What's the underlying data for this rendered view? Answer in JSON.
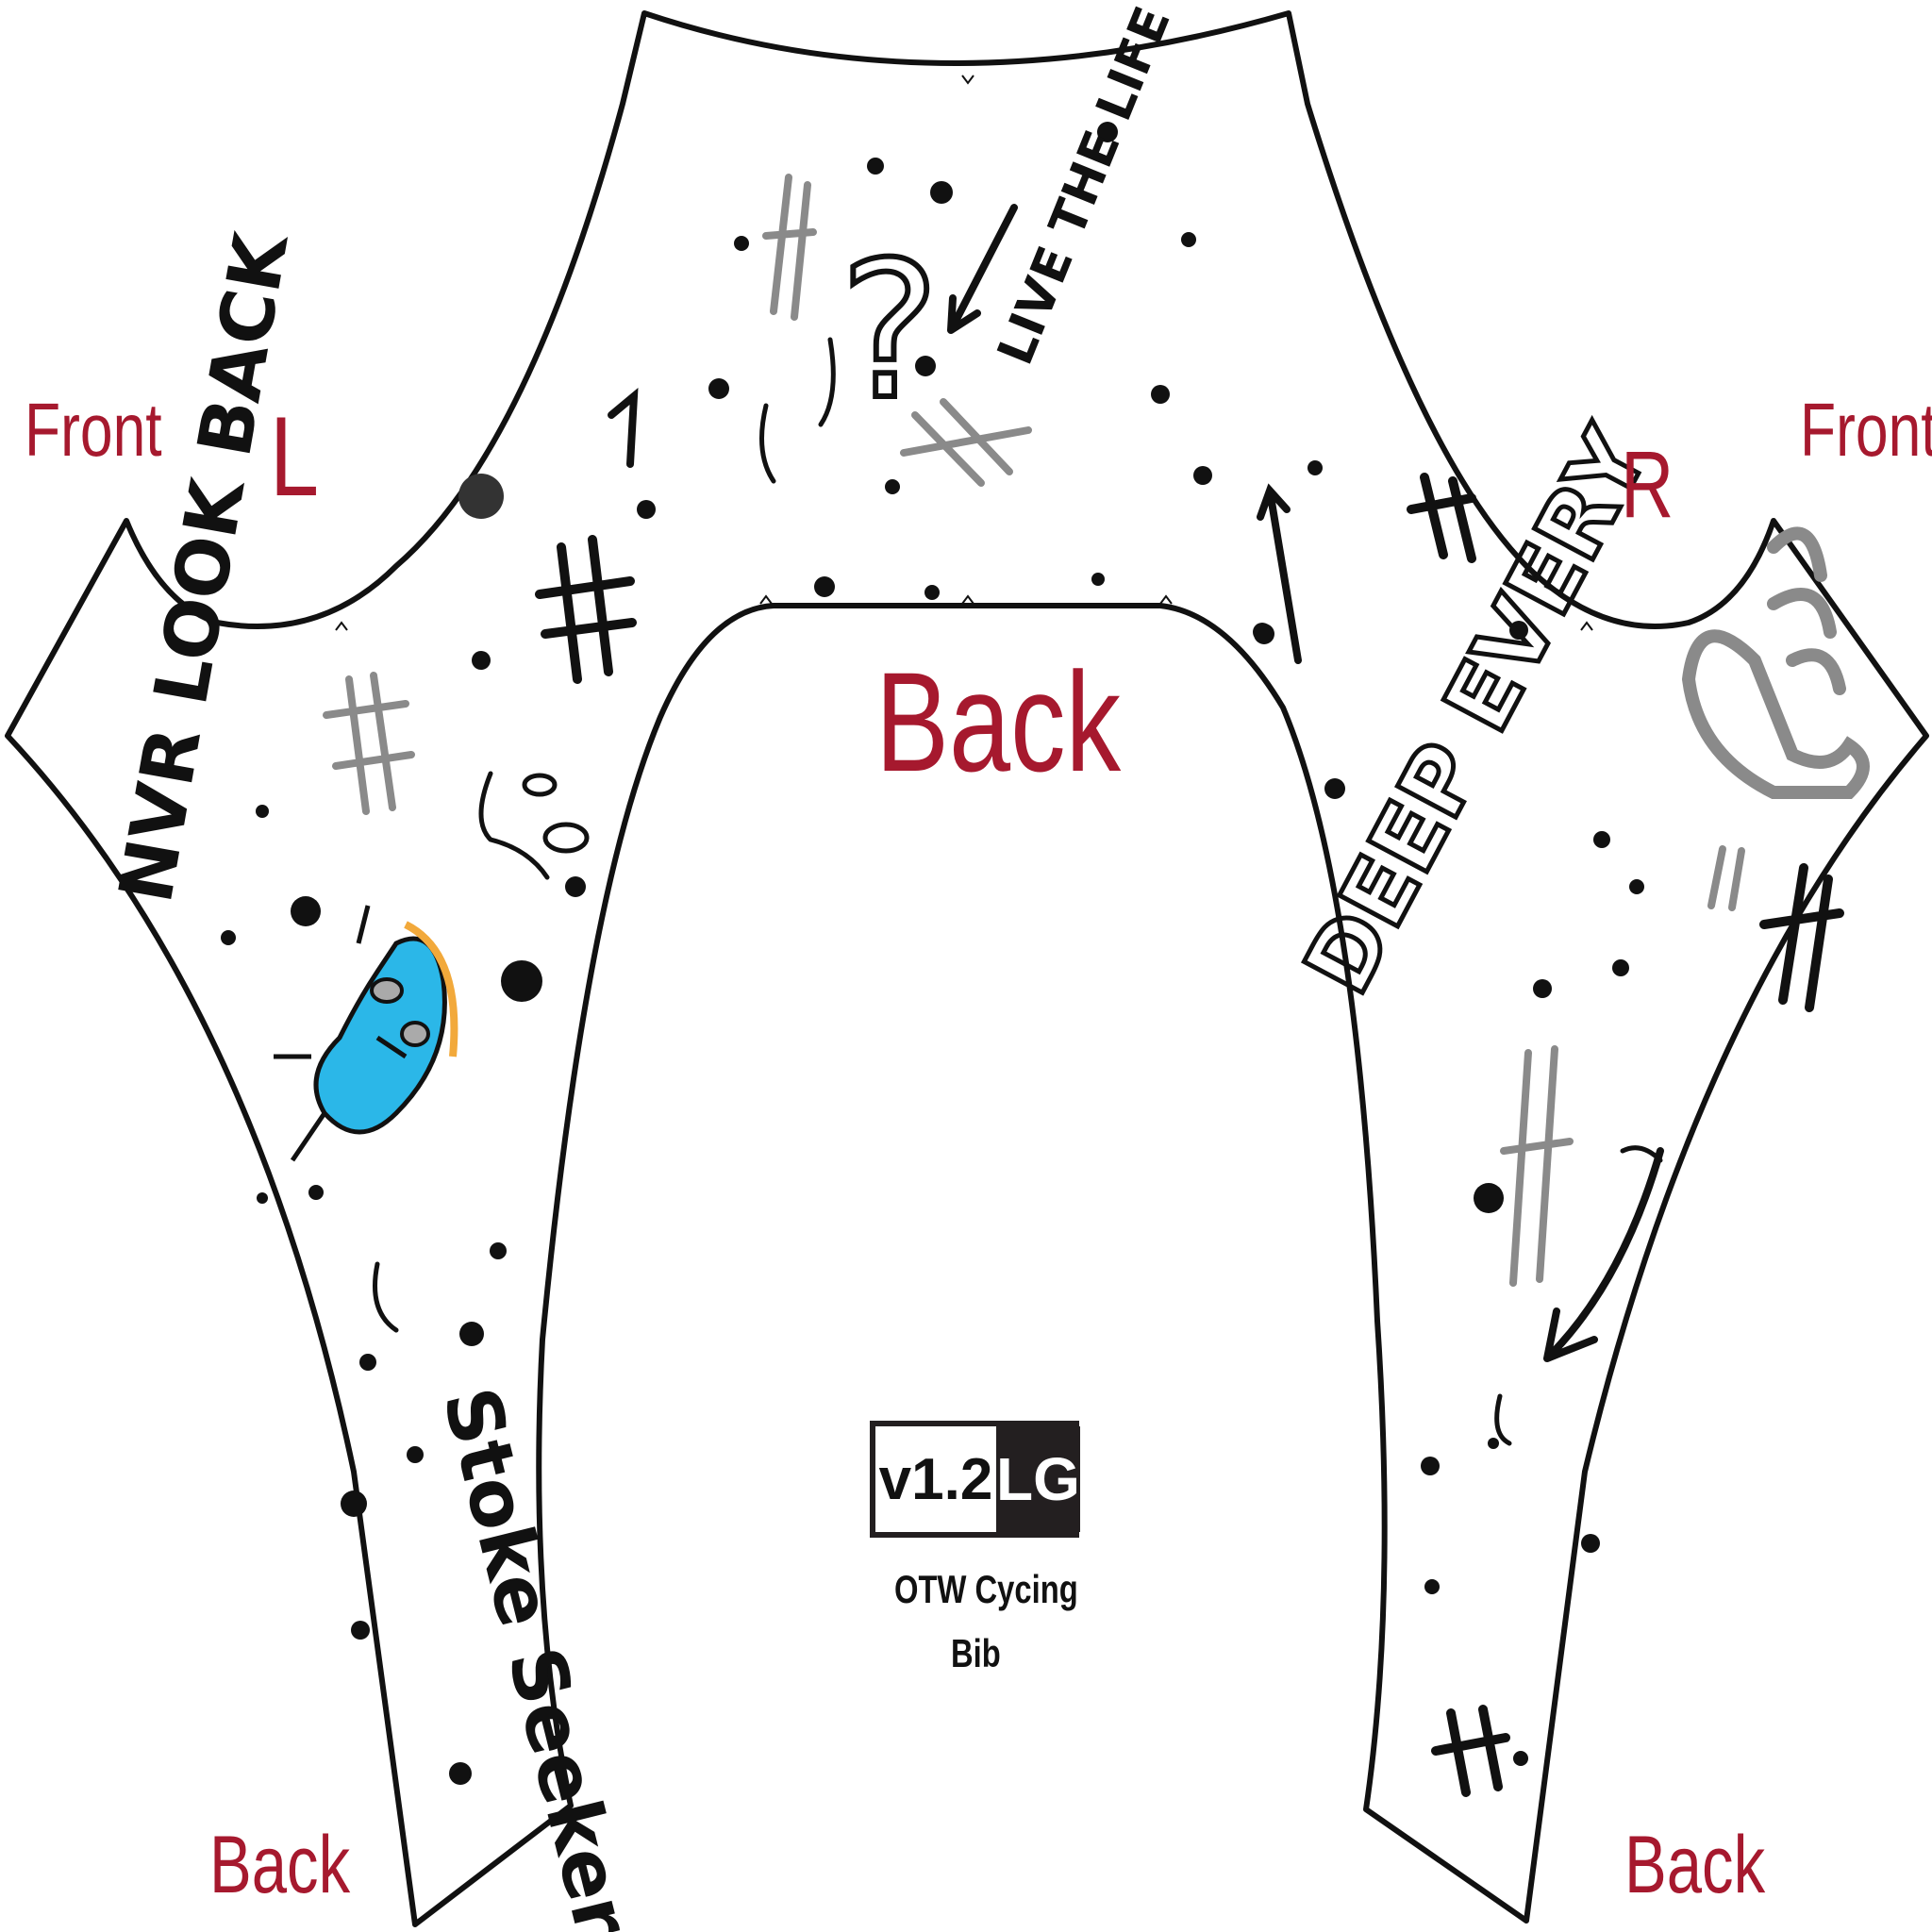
{
  "labels": {
    "front_left": "Front",
    "front_right": "Front",
    "side_left": "L",
    "side_right": "R",
    "back_center": "Back",
    "back_left": "Back",
    "back_right": "Back"
  },
  "tag": {
    "version": "v1.2",
    "size": "LG",
    "product_line1": "OTW Cycing",
    "product_line2": "Bib"
  },
  "graffiti_text": [
    "NVR LOOK BACK",
    "Stoke Seeker",
    "LIVE THE LIFE",
    "DEEP EVERY"
  ],
  "colors": {
    "label_red": "#a6192e",
    "outline": "#111111",
    "ink_gray": "#8a8a8a",
    "mascot_blue": "#2bb7e8",
    "mascot_orange": "#f2a93b",
    "tag_dark": "#231f20"
  },
  "icons": [
    "hashtag-doodle",
    "arrow-doodle",
    "question-mark-doodle",
    "dot-pattern",
    "bean-mascot",
    "shaka-hand-doodle"
  ]
}
